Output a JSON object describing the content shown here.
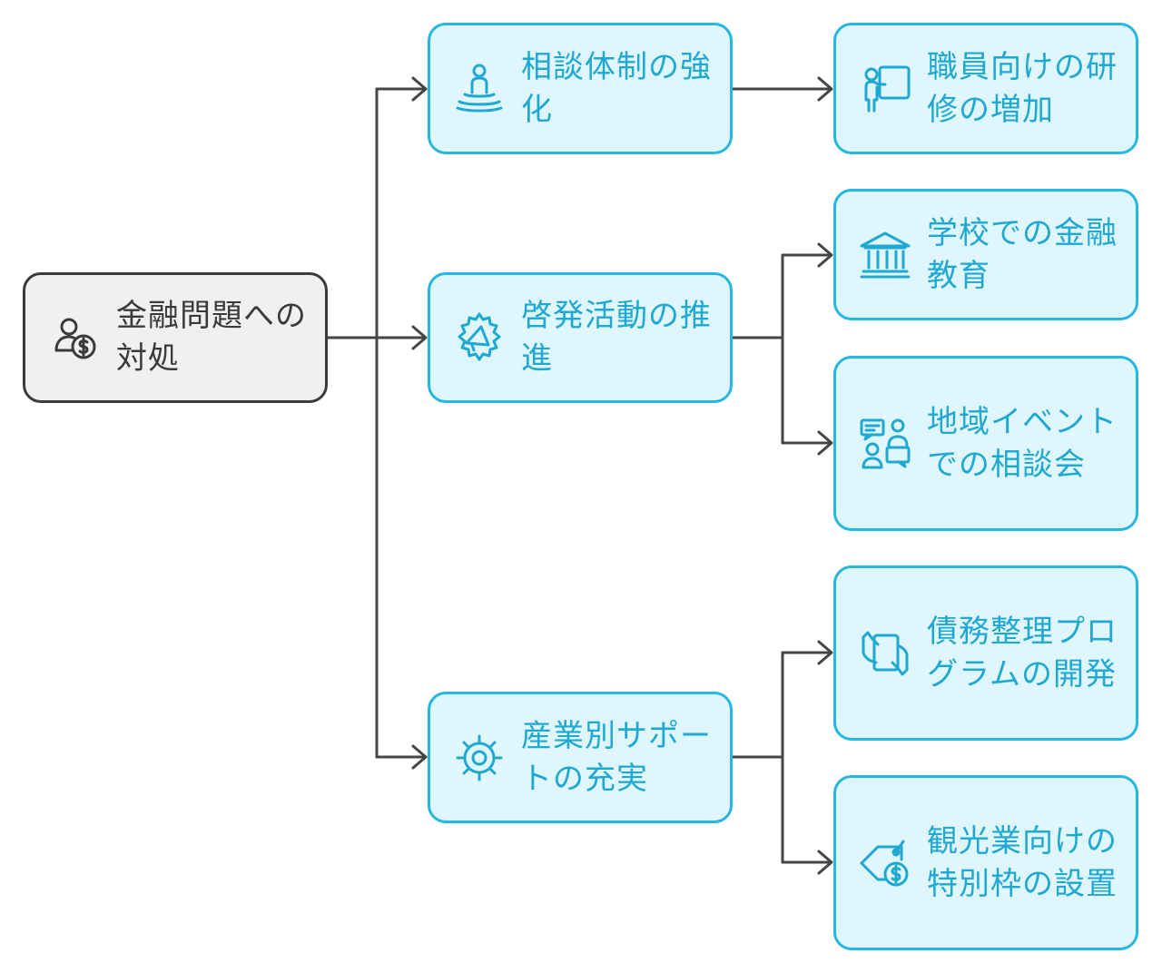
{
  "colors": {
    "root_fill": "#f0f0f0",
    "root_stroke": "#3b3b3b",
    "node_fill": "#dff6fc",
    "node_stroke": "#25b7df",
    "node_text": "#1fa8d1",
    "connector": "#454545"
  },
  "root": {
    "label": "金融問題への対処",
    "icon": "person-dollar-icon"
  },
  "branches": [
    {
      "label": "相談体制の強化",
      "icon": "meditating-person-icon",
      "children": [
        {
          "label": "職員向けの研修の増加",
          "icon": "teacher-board-icon"
        }
      ]
    },
    {
      "label": "啓発活動の推進",
      "icon": "megaphone-icon",
      "children": [
        {
          "label": "学校での金融教育",
          "icon": "institution-icon"
        },
        {
          "label": "地域イベントでの相談会",
          "icon": "people-chat-icon"
        }
      ]
    },
    {
      "label": "産業別サポートの充実",
      "icon": "gear-icon",
      "children": [
        {
          "label": "債務整理プログラムの開発",
          "icon": "hands-document-icon"
        },
        {
          "label": "観光業向けの特別枠の設置",
          "icon": "price-tag-dollar-icon"
        }
      ]
    }
  ]
}
